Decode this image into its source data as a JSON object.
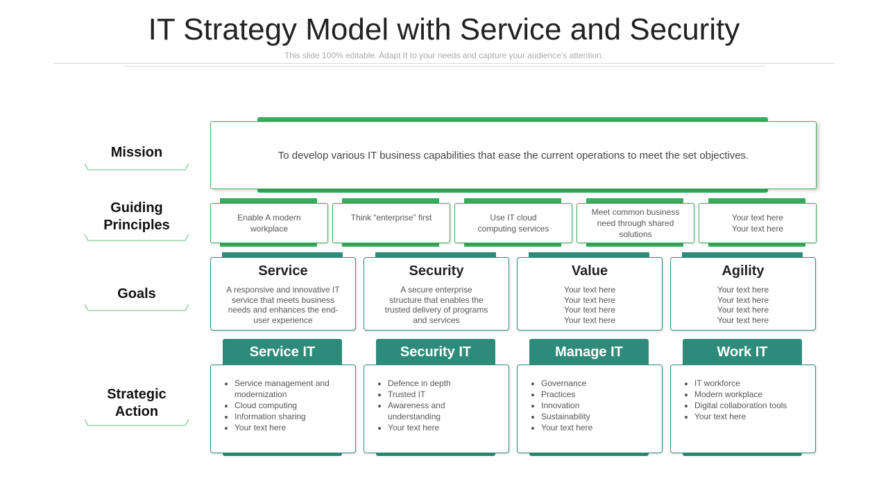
{
  "header": {
    "title": "IT Strategy Model with Service and Security",
    "subtitle": "This slide 100% editable. Adapt  It to your needs and capture your audience’s attention."
  },
  "rows": {
    "mission": "Mission",
    "guiding": "Guiding Principles",
    "goals": "Goals",
    "action": "Strategic Action"
  },
  "mission_text": "To develop various IT business capabilities that ease the current operations to meet the set objectives.",
  "principles": [
    "Enable A modern workplace",
    "Think “enterprise” first",
    "Use IT cloud computing services",
    "Meet common business need through shared solutions",
    "Your text here Your text here"
  ],
  "goals": [
    {
      "title": "Service",
      "desc": "A responsive and innovative IT service that meets business needs and enhances the end-user experience"
    },
    {
      "title": "Security",
      "desc": "A secure enterprise structure that enables the trusted delivery of programs and services"
    },
    {
      "title": "Value",
      "desc": "Your text here\nYour text here\nYour text here\nYour text here"
    },
    {
      "title": "Agility",
      "desc": "Your text here\nYour text here\nYour text here\nYour text here"
    }
  ],
  "actions": [
    {
      "title": "Service IT",
      "items": [
        "Service management and modernization",
        "Cloud computing",
        "Information  sharing",
        "Your text here"
      ]
    },
    {
      "title": "Security IT",
      "items": [
        "Defence in depth",
        "Trusted IT",
        "Awareness and understanding",
        "Your text here"
      ]
    },
    {
      "title": "Manage IT",
      "items": [
        "Governance",
        "Practices",
        "Innovation",
        "Sustainability",
        "Your text here"
      ]
    },
    {
      "title": "Work IT",
      "items": [
        "IT workforce",
        "Modern workplace",
        "Digital collaboration tools",
        "Your text here"
      ]
    }
  ],
  "colors": {
    "green": "#3aaa5c",
    "teal": "#2e8b7a"
  }
}
